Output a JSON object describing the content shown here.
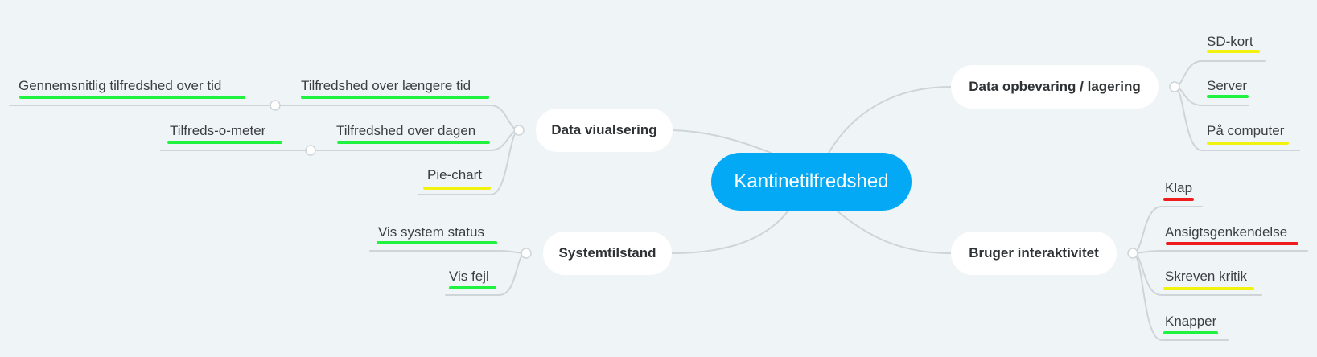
{
  "central_topic": "Kantinetilfredshed",
  "colors": {
    "background": "#eff4f7",
    "central_fill": "#03a9f4",
    "branch_fill": "#ffffff",
    "connector": "#cfd4d8",
    "green_mark": "#1ff23f",
    "yellow_mark": "#f2f20f",
    "red_mark": "#ee1c1c"
  },
  "branches": {
    "data_visualisering": {
      "label": "Data viualsering",
      "children": {
        "over_laengere_tid": {
          "label": "Tilfredshed over længere tid",
          "mark": "green",
          "child": {
            "label": "Gennemsnitlig tilfredshed over tid",
            "mark": "green"
          }
        },
        "over_dagen": {
          "label": "Tilfredshed over dagen",
          "mark": "green",
          "child": {
            "label": "Tilfreds-o-meter",
            "mark": "green"
          }
        },
        "pie_chart": {
          "label": "Pie-chart",
          "mark": "yellow"
        }
      }
    },
    "systemtilstand": {
      "label": "Systemtilstand",
      "children": {
        "vis_system_status": {
          "label": "Vis system status",
          "mark": "green"
        },
        "vis_fejl": {
          "label": "Vis fejl",
          "mark": "green"
        }
      }
    },
    "data_opbevaring": {
      "label": "Data opbevaring / lagering",
      "children": {
        "sd_kort": {
          "label": "SD-kort",
          "mark": "yellow"
        },
        "server": {
          "label": "Server",
          "mark": "green"
        },
        "paa_computer": {
          "label": "På computer",
          "mark": "yellow"
        }
      }
    },
    "bruger_interaktivitet": {
      "label": "Bruger interaktivitet",
      "children": {
        "klap": {
          "label": "Klap",
          "mark": "red"
        },
        "ansigtsgenkendelse": {
          "label": "Ansigtsgenkendelse",
          "mark": "red"
        },
        "skreven_kritik": {
          "label": "Skreven kritik",
          "mark": "yellow"
        },
        "knapper": {
          "label": "Knapper",
          "mark": "green"
        }
      }
    }
  }
}
